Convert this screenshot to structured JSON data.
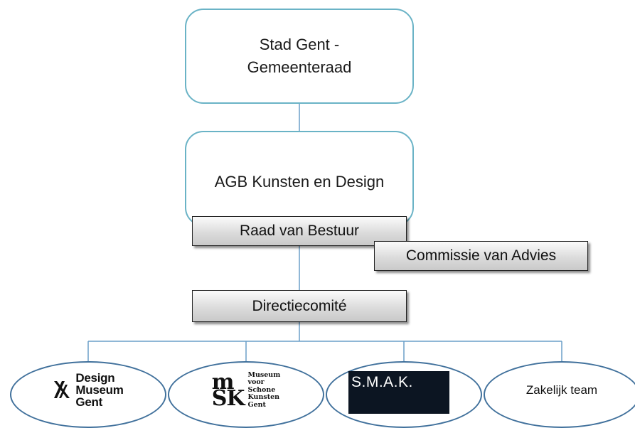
{
  "top_box": {
    "line1": "Stad Gent -",
    "line2": "Gemeenteraad"
  },
  "middle_box": {
    "label": "AGB Kunsten en Design"
  },
  "raad": {
    "label": "Raad van Bestuur"
  },
  "commissie": {
    "label": "Commissie van Advies"
  },
  "directie": {
    "label": "Directiecomité"
  },
  "units": {
    "design_museum": {
      "line1": "Design",
      "line2": "Museum",
      "line3": "Gent"
    },
    "msk": {
      "big1": "m",
      "big2": "SK",
      "small": [
        "Museum",
        "voor",
        "Schone",
        "Kunsten",
        "Gent"
      ]
    },
    "smak": {
      "label": "S.M.A.K."
    },
    "zakelijk": {
      "label": "Zakelijk team"
    }
  },
  "colors": {
    "rounded_border": "#6ab3c6",
    "connector": "#6a9fc9",
    "oval_border": "#41719c",
    "smak_bg": "#0c1522"
  }
}
